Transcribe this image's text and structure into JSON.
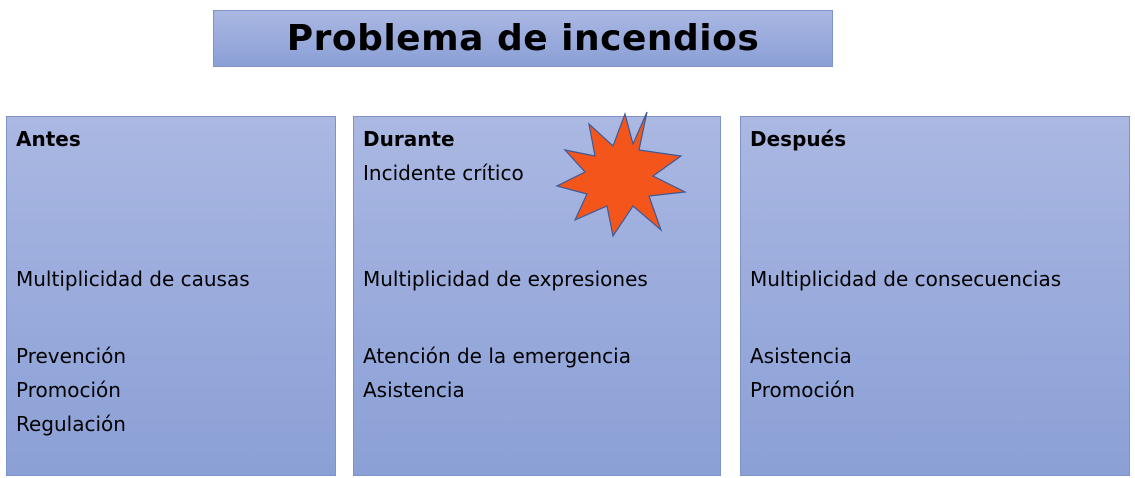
{
  "title": "Problema de incendios",
  "columns": [
    {
      "heading": "Antes",
      "subheading": "",
      "multiplicity": "Multiplicidad de causas",
      "items": [
        "Prevención",
        "Promoción",
        "Regulación"
      ]
    },
    {
      "heading": "Durante",
      "subheading": "Incidente crítico",
      "multiplicity": "Multiplicidad de expresiones",
      "items": [
        "Atención de la emergencia",
        "Asistencia"
      ]
    },
    {
      "heading": "Después",
      "subheading": "",
      "multiplicity": "Multiplicidad de consecuencias",
      "items": [
        "Asistencia",
        "Promoción"
      ]
    }
  ],
  "colors": {
    "panel_top": "#aab8e2",
    "panel_bottom": "#8ba0d6",
    "panel_border": "#7f93c9",
    "burst_fill": "#f4551b",
    "burst_stroke": "#3a5a9a"
  },
  "icons": {
    "burst": "explosion-starburst-icon"
  }
}
